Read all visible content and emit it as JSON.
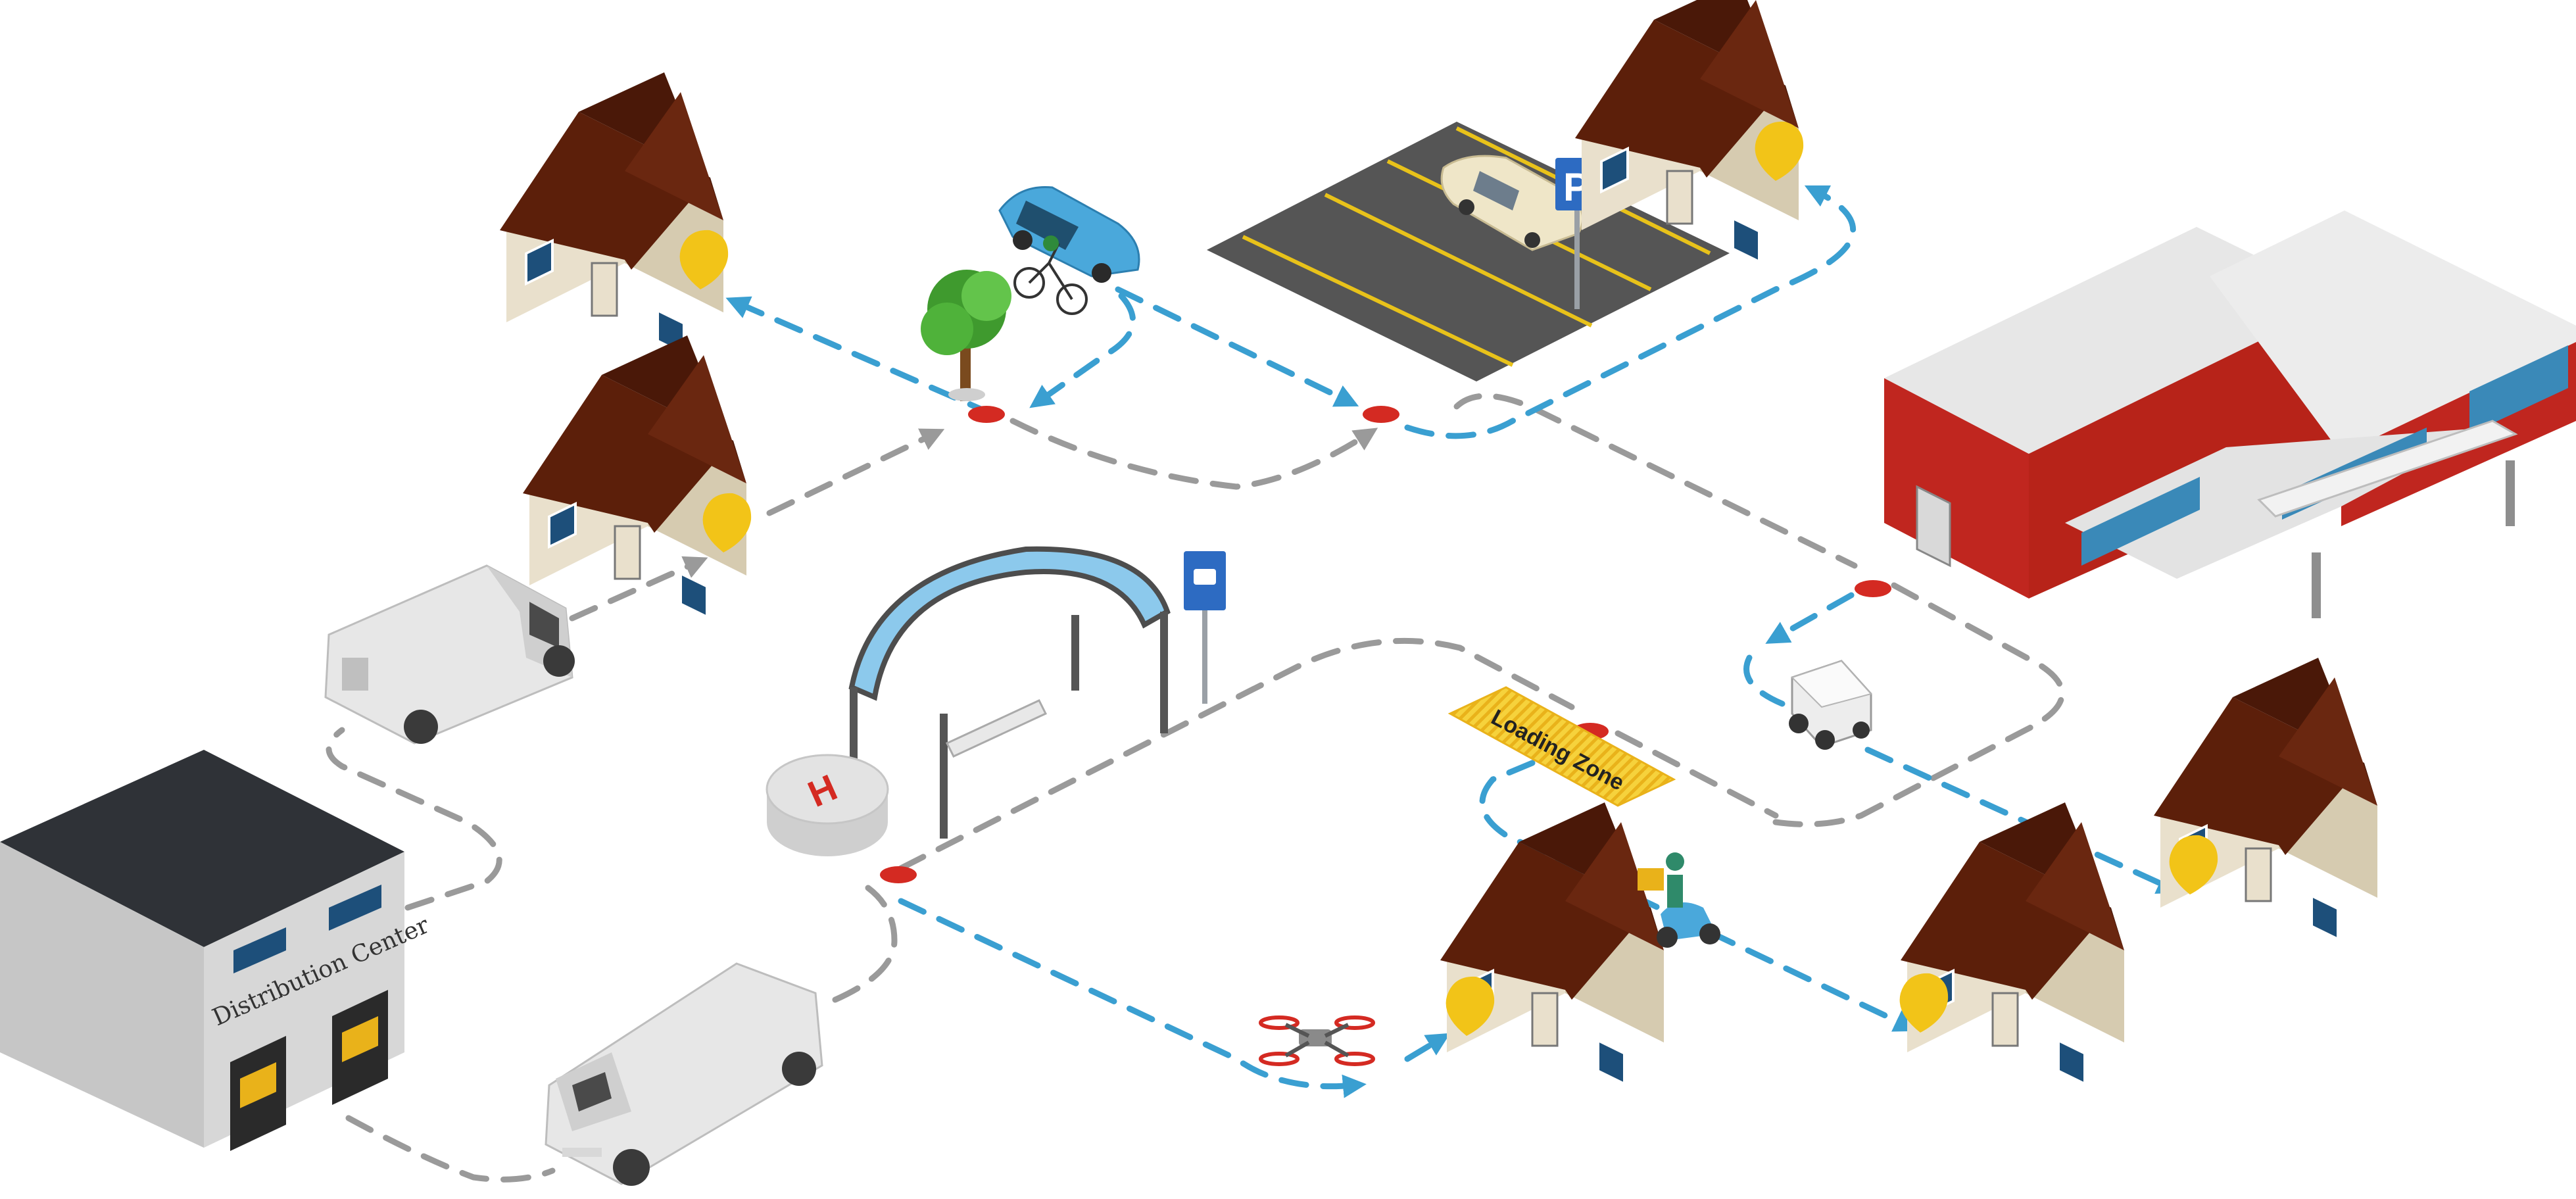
{
  "scene": {
    "distribution_center_label": "Distribution Center",
    "loading_zone_label": "Loading Zone",
    "parking_sign_letter": "P",
    "helipad_letter": "H"
  },
  "colors": {
    "route_blue": "#3a9fd1",
    "route_gray": "#9a9a9a",
    "waypoint_red": "#d42a22",
    "location_pin": "#f2c418",
    "roof_brown": "#5c1f0a",
    "store_red": "#c0261f",
    "asphalt": "#555555",
    "lane_yellow": "#e8c21a",
    "sign_blue": "#2d6bc2",
    "shelter_glass": "#8cc9ec"
  }
}
